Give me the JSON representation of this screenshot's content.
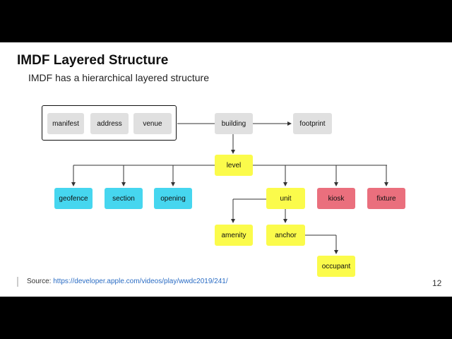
{
  "slide": {
    "title": "IMDF Layered Structure",
    "subtitle": "IMDF has a hierarchical layered structure",
    "source_label": "Source: ",
    "source_url": "https://developer.apple.com/videos/play/wwdc2019/241/",
    "page_number": "12"
  },
  "colors": {
    "grey": "#e0e0e0",
    "yellow": "#fbfb4b",
    "cyan": "#46d6ef",
    "pink": "#ea6f7d"
  },
  "diagram": {
    "nodes": {
      "manifest": "manifest",
      "address": "address",
      "venue": "venue",
      "building": "building",
      "footprint": "footprint",
      "level": "level",
      "geofence": "geofence",
      "section": "section",
      "opening": "opening",
      "unit": "unit",
      "kiosk": "kiosk",
      "fixture": "fixture",
      "amenity": "amenity",
      "anchor": "anchor",
      "occupant": "occupant"
    }
  }
}
